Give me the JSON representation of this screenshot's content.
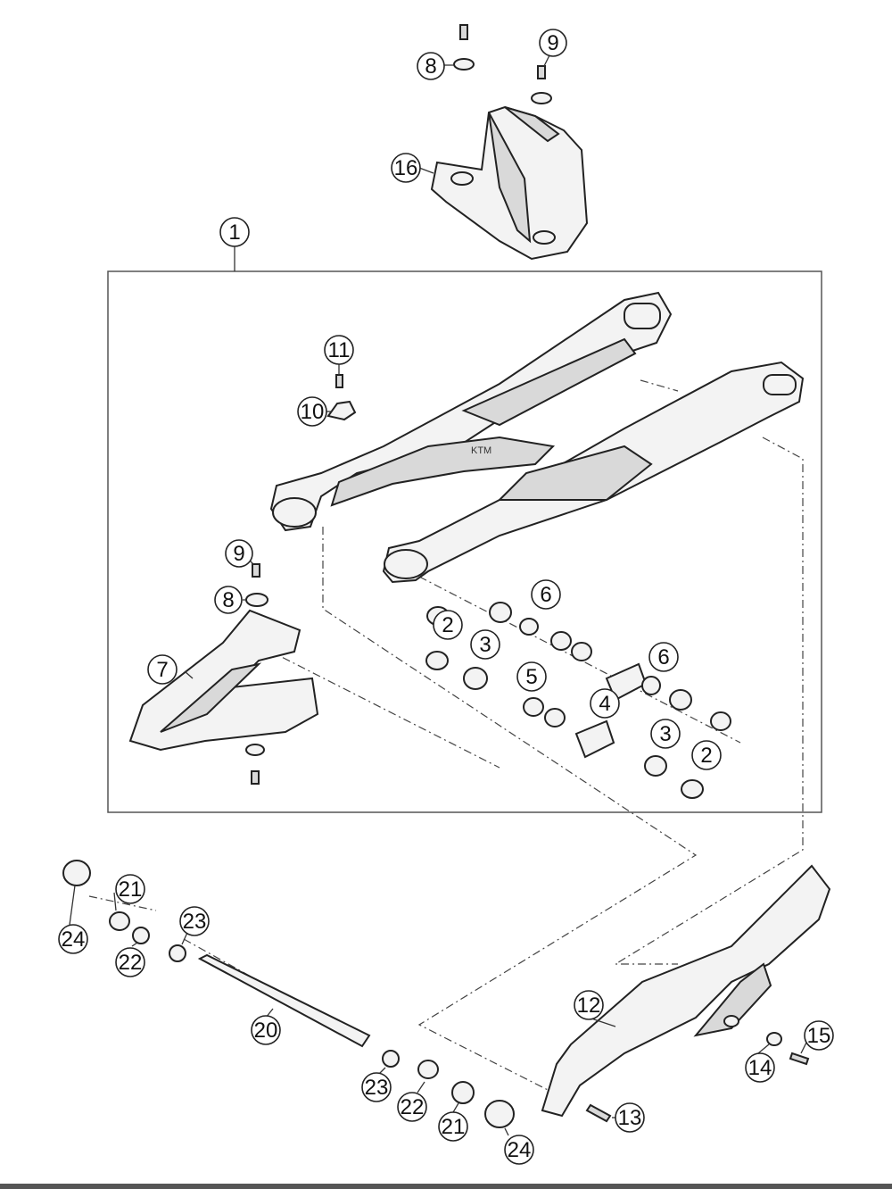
{
  "callouts": [
    {
      "id": "c1",
      "label": "1"
    },
    {
      "id": "c2a",
      "label": "2"
    },
    {
      "id": "c2b",
      "label": "2"
    },
    {
      "id": "c3a",
      "label": "3"
    },
    {
      "id": "c3b",
      "label": "3"
    },
    {
      "id": "c4",
      "label": "4"
    },
    {
      "id": "c5",
      "label": "5"
    },
    {
      "id": "c6a",
      "label": "6"
    },
    {
      "id": "c6b",
      "label": "6"
    },
    {
      "id": "c7",
      "label": "7"
    },
    {
      "id": "c8a",
      "label": "8"
    },
    {
      "id": "c8b",
      "label": "8"
    },
    {
      "id": "c9a",
      "label": "9"
    },
    {
      "id": "c9b",
      "label": "9"
    },
    {
      "id": "c10",
      "label": "10"
    },
    {
      "id": "c11",
      "label": "11"
    },
    {
      "id": "c12",
      "label": "12"
    },
    {
      "id": "c13",
      "label": "13"
    },
    {
      "id": "c14",
      "label": "14"
    },
    {
      "id": "c15",
      "label": "15"
    },
    {
      "id": "c16",
      "label": "16"
    },
    {
      "id": "c20",
      "label": "20"
    },
    {
      "id": "c21a",
      "label": "21"
    },
    {
      "id": "c21b",
      "label": "21"
    },
    {
      "id": "c22a",
      "label": "22"
    },
    {
      "id": "c22b",
      "label": "22"
    },
    {
      "id": "c23a",
      "label": "23"
    },
    {
      "id": "c23b",
      "label": "23"
    },
    {
      "id": "c24a",
      "label": "24"
    },
    {
      "id": "c24b",
      "label": "24"
    }
  ],
  "logo_text": "KTM"
}
